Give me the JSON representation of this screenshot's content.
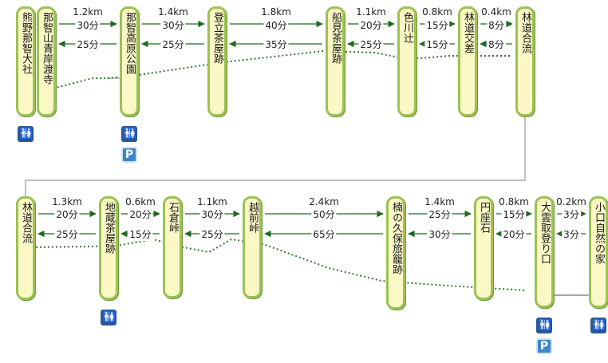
{
  "colors": {
    "post_fill": "#fbf8c6",
    "post_border": "#9bc253",
    "arrow": "#1e6a1e",
    "trail": "#2f7a2f",
    "wc": "#2d5a8f",
    "parking": "#3a86c8"
  },
  "icons": {
    "toilet_glyph": "🚻",
    "parking_letter": "P"
  },
  "rows": [
    {
      "stops": [
        {
          "name": "熊野那智大社",
          "icons": [
            "toilet"
          ]
        },
        {
          "name": "那智山青岸渡寺",
          "icons": []
        },
        {
          "name": "那智高原公園",
          "icons": [
            "toilet",
            "parking"
          ]
        },
        {
          "name": "登立茶屋跡",
          "icons": []
        },
        {
          "name": "船見茶屋跡",
          "icons": []
        },
        {
          "name": "色川辻",
          "icons": []
        },
        {
          "name": "林道交差",
          "icons": []
        },
        {
          "name": "林道合流",
          "icons": []
        }
      ],
      "segments": [
        {
          "from": 1,
          "to": 2,
          "distance": "1.2km",
          "forward": "30分",
          "back": "25分"
        },
        {
          "from": 2,
          "to": 3,
          "distance": "1.4km",
          "forward": "30分",
          "back": "25分"
        },
        {
          "from": 3,
          "to": 4,
          "distance": "1.8km",
          "forward": "40分",
          "back": "35分"
        },
        {
          "from": 4,
          "to": 5,
          "distance": "1.1km",
          "forward": "20分",
          "back": "25分"
        },
        {
          "from": 5,
          "to": 6,
          "distance": "0.8km",
          "forward": "15分",
          "back": "15分"
        },
        {
          "from": 6,
          "to": 7,
          "distance": "0.4km",
          "forward": "8分",
          "back": "8分"
        }
      ]
    },
    {
      "stops": [
        {
          "name": "林道合流",
          "icons": []
        },
        {
          "name": "地蔵茶屋跡",
          "icons": [
            "toilet"
          ]
        },
        {
          "name": "石倉峠",
          "icons": []
        },
        {
          "name": "越前峠",
          "icons": []
        },
        {
          "name": "楠の久保旅籠跡",
          "icons": []
        },
        {
          "name": "円座石",
          "icons": []
        },
        {
          "name": "大雲取登り口",
          "icons": [
            "toilet",
            "parking"
          ]
        },
        {
          "name": "小口自然の家",
          "icons": [
            "toilet"
          ]
        }
      ],
      "segments": [
        {
          "from": 0,
          "to": 1,
          "distance": "1.3km",
          "forward": "20分",
          "back": "25分"
        },
        {
          "from": 1,
          "to": 2,
          "distance": "0.6km",
          "forward": "20分",
          "back": "15分"
        },
        {
          "from": 2,
          "to": 3,
          "distance": "1.1km",
          "forward": "30分",
          "back": "25分"
        },
        {
          "from": 3,
          "to": 4,
          "distance": "2.4km",
          "forward": "50分",
          "back": "65分"
        },
        {
          "from": 4,
          "to": 5,
          "distance": "1.4km",
          "forward": "25分",
          "back": "30分"
        },
        {
          "from": 5,
          "to": 6,
          "distance": "0.8km",
          "forward": "15分",
          "back": "20分"
        },
        {
          "from": 6,
          "to": 7,
          "distance": "0.2km",
          "forward": "3分",
          "back": "3分"
        }
      ]
    }
  ]
}
